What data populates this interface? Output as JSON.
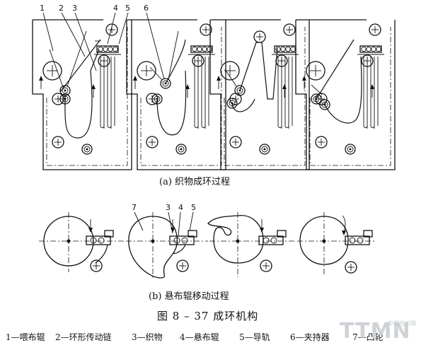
{
  "figure": {
    "caption_a": "(a) 织物成环过程",
    "caption_b": "(b) 悬布辊移动过程",
    "title": "图 8 – 37    成环机构"
  },
  "callouts_a": [
    "1",
    "2",
    "3",
    "4",
    "5",
    "6"
  ],
  "callouts_b": [
    "7",
    "3",
    "4",
    "5"
  ],
  "legend": [
    "1—喂布辊",
    "2—环形传动链",
    "3—织物",
    "4—悬布辊",
    "5—导轨",
    "6—夹持器",
    "7—凸轮"
  ],
  "watermark": "TTMN",
  "watermark_sub": "中国纺织网"
}
